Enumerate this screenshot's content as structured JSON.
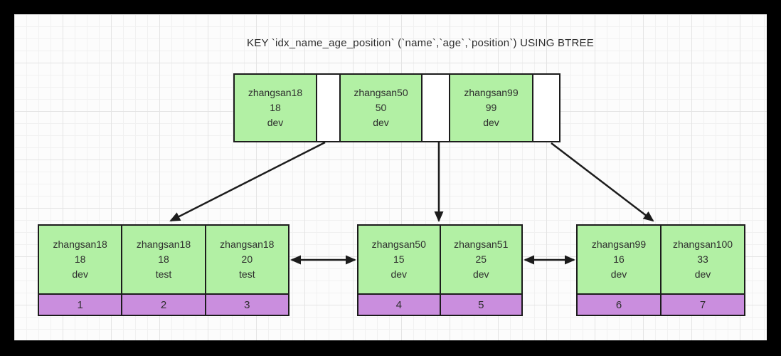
{
  "title": "KEY `idx_name_age_position` (`name`,`age`,`position`) USING BTREE",
  "colors": {
    "frame": "#000000",
    "bg": "#fcfcfc",
    "grid_minor": "#f1f1f1",
    "grid_major": "#e4e4e4",
    "line": "#1c1c1c",
    "text": "#2e2e2e",
    "green": "#b2f0a4",
    "purple": "#ca8ede"
  },
  "root_node": {
    "entries": [
      {
        "name": "zhangsan18",
        "age": "18",
        "position": "dev"
      },
      {
        "name": "zhangsan50",
        "age": "50",
        "position": "dev"
      },
      {
        "name": "zhangsan99",
        "age": "99",
        "position": "dev"
      }
    ]
  },
  "leaf_nodes": [
    {
      "entries": [
        {
          "name": "zhangsan18",
          "age": "18",
          "position": "dev",
          "row_id": "1"
        },
        {
          "name": "zhangsan18",
          "age": "18",
          "position": "test",
          "row_id": "2"
        },
        {
          "name": "zhangsan18",
          "age": "20",
          "position": "test",
          "row_id": "3"
        }
      ]
    },
    {
      "entries": [
        {
          "name": "zhangsan50",
          "age": "15",
          "position": "dev",
          "row_id": "4"
        },
        {
          "name": "zhangsan51",
          "age": "25",
          "position": "dev",
          "row_id": "5"
        }
      ]
    },
    {
      "entries": [
        {
          "name": "zhangsan99",
          "age": "16",
          "position": "dev",
          "row_id": "6"
        },
        {
          "name": "zhangsan100",
          "age": "33",
          "position": "dev",
          "row_id": "7"
        }
      ]
    }
  ]
}
